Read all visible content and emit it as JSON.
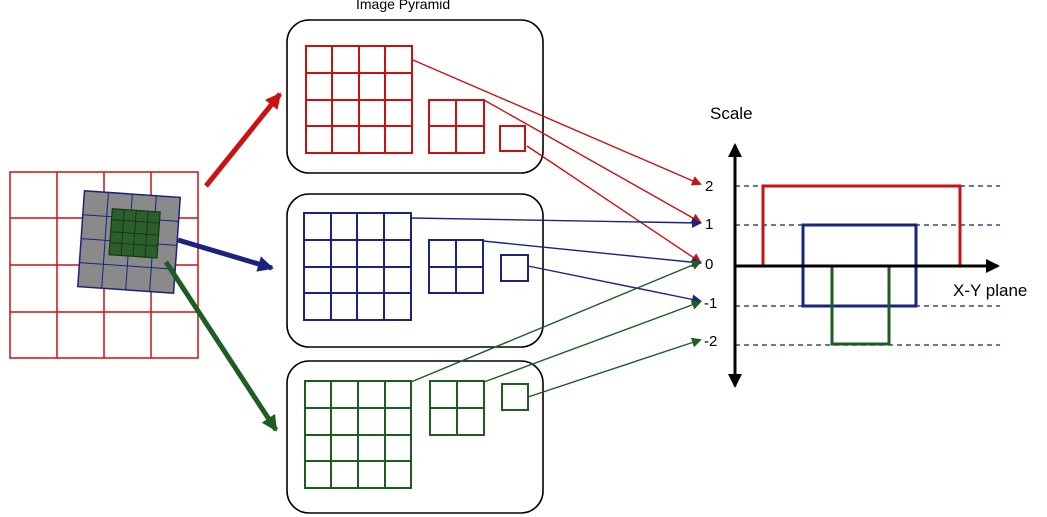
{
  "title": "Image Pyramid",
  "axis": {
    "y_label": "Scale",
    "x_label": "X-Y plane",
    "ticks": [
      "2",
      "1",
      "0",
      "-1",
      "-2"
    ]
  },
  "colors": {
    "red": "#cc1111",
    "blue": "#1a237e",
    "green": "#1b5e20",
    "gray_patch": "#8a8a8a",
    "dashed": "#2f4f80"
  }
}
